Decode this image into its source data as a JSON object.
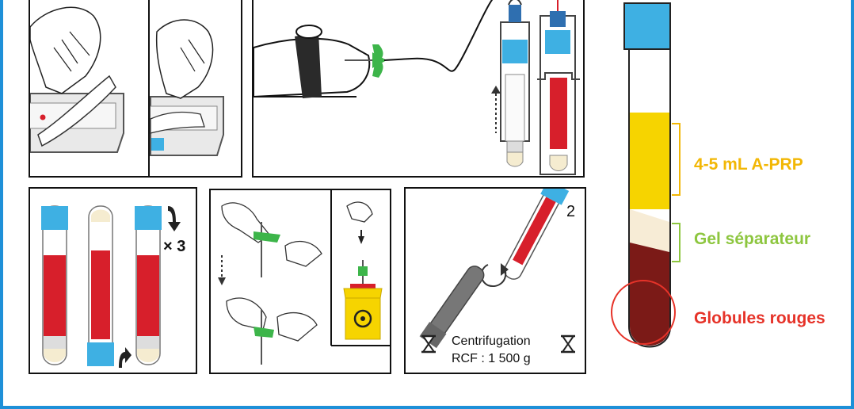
{
  "colors": {
    "frame": "#1e90d8",
    "cap_blue": "#3eb0e3",
    "blood_red": "#d71f2b",
    "dark_red": "#7b1a17",
    "plasma_yellow": "#f6d400",
    "gel_cream": "#f7ecd6",
    "needle_green": "#3db54a",
    "label_yellow": "#f2b705",
    "label_green": "#8dc63f",
    "label_red": "#e63329"
  },
  "panels": {
    "inversion": {
      "times_label": "× 3"
    },
    "centrifuge": {
      "step_number": "2",
      "title": "Centrifugation",
      "rcf": "RCF : 1 500 g"
    }
  },
  "tube_labels": {
    "prp": "4-5 mL A-PRP",
    "gel": "Gel séparateur",
    "red_cells": "Globules rouges"
  }
}
